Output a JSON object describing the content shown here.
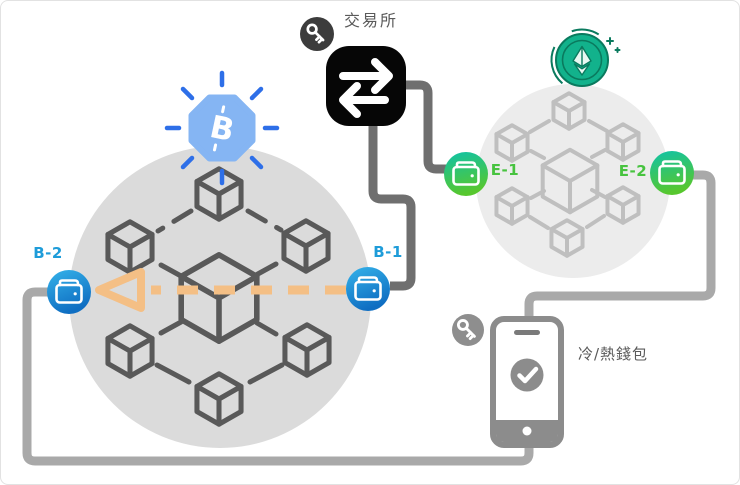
{
  "diagram": {
    "labels": {
      "exchange": "交易所",
      "cold_hot_wallet": "冷/熱錢包",
      "b1": "B-1",
      "b2": "B-2",
      "e1": "E-1",
      "e2": "E-2",
      "bitcoin_symbol": "B"
    },
    "icons": {
      "exchange": "swap-arrows-icon",
      "exchange_key": "key-icon",
      "device_key": "key-icon",
      "bitcoin": "bitcoin-octagon-icon",
      "ethereum": "ethereum-coin-icon",
      "wallet": "wallet-icon",
      "device": "smartphone-check-icon"
    },
    "networks": {
      "bitcoin": {
        "nodes": 7,
        "wallets": [
          "B-1",
          "B-2"
        ]
      },
      "ethereum": {
        "nodes": 7,
        "wallets": [
          "E-1",
          "E-2"
        ]
      }
    },
    "connections": [
      {
        "from": "exchange",
        "to": "B-1"
      },
      {
        "from": "exchange",
        "to": "E-1"
      },
      {
        "from": "E-2",
        "to": "cold-hot-wallet-device"
      },
      {
        "from": "cold-hot-wallet-device",
        "to": "B-2"
      },
      {
        "from": "B-1",
        "to": "B-2",
        "style": "orange-dashed-arrow"
      }
    ],
    "colors": {
      "bitcoin_blue": "#85B5F3",
      "ray_blue": "#2E6FE8",
      "wallet_blue_top": "#35B3EA",
      "wallet_blue_bottom": "#0F6EC2",
      "wallet_green_top": "#0FC2A8",
      "wallet_green_bottom": "#57C72E",
      "eth_green": "#12B28C",
      "eth_dark": "#0A7A5E",
      "label_blue": "#1E9CD9",
      "label_green": "#47C33F",
      "arrow_orange": "#F4BF85",
      "network_dark_stroke": "#595959",
      "network_light_stroke": "#BFBFBF",
      "circle_left_fill": "#DBDBDB",
      "circle_right_fill": "#ECECEC",
      "connector_dark": "#6F6F6F",
      "connector_light": "#A9A9A9",
      "phone_gray": "#8C8C8C",
      "exchange_black": "#060606",
      "text_gray": "#5A5A5A"
    }
  }
}
